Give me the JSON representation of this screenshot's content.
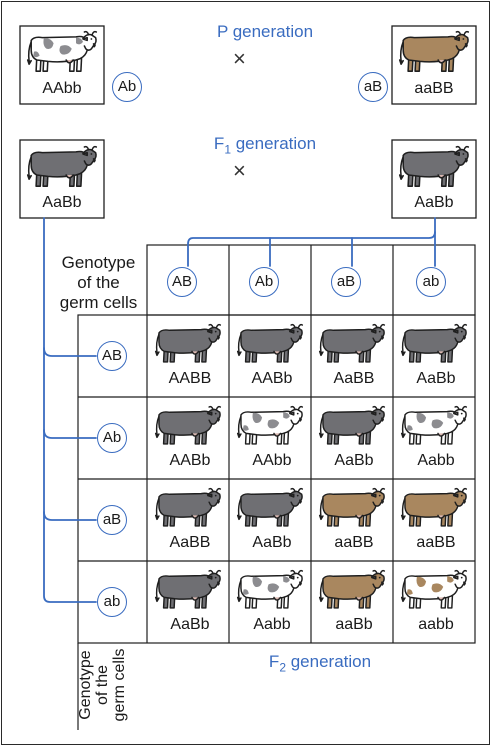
{
  "p_generation": {
    "title": "P generation",
    "cross_symbol": "×",
    "parent_left": {
      "genotype": "AAbb",
      "gamete": "Ab",
      "coat": "white-spotted"
    },
    "parent_right": {
      "genotype": "aaBB",
      "gamete": "aB",
      "coat": "brown"
    }
  },
  "f1_generation": {
    "title_main": "F",
    "title_sub": "1",
    "title_rest": " generation",
    "cross_symbol": "×",
    "parent_left": {
      "genotype": "AaBb",
      "coat": "gray"
    },
    "parent_right": {
      "genotype": "AaBb",
      "coat": "gray"
    }
  },
  "punnett": {
    "top_header": "Genotype of the germ cells",
    "top_header_lines": [
      "Genotype",
      "of the",
      "germ cells"
    ],
    "side_header_lines": [
      "Genotype",
      "of the",
      "germ cells"
    ],
    "column_gametes": [
      "AB",
      "Ab",
      "aB",
      "ab"
    ],
    "row_gametes": [
      "AB",
      "Ab",
      "aB",
      "ab"
    ],
    "rows": [
      [
        {
          "g": "AABB",
          "coat": "gray"
        },
        {
          "g": "AABb",
          "coat": "gray"
        },
        {
          "g": "AaBB",
          "coat": "gray"
        },
        {
          "g": "AaBb",
          "coat": "gray"
        }
      ],
      [
        {
          "g": "AABb",
          "coat": "gray"
        },
        {
          "g": "AAbb",
          "coat": "white-spotted"
        },
        {
          "g": "AaBb",
          "coat": "gray"
        },
        {
          "g": "Aabb",
          "coat": "white-spotted"
        }
      ],
      [
        {
          "g": "AaBB",
          "coat": "gray"
        },
        {
          "g": "AaBb",
          "coat": "gray"
        },
        {
          "g": "aaBB",
          "coat": "brown"
        },
        {
          "g": "aaBB",
          "coat": "brown"
        }
      ],
      [
        {
          "g": "AaBb",
          "coat": "gray"
        },
        {
          "g": "Aabb",
          "coat": "white-spotted"
        },
        {
          "g": "aaBb",
          "coat": "brown"
        },
        {
          "g": "aabb",
          "coat": "brown-spotted"
        }
      ]
    ]
  },
  "f2_generation": {
    "title_main": "F",
    "title_sub": "2",
    "title_rest": " generation"
  },
  "colors": {
    "accent_blue": "#3a6cc0",
    "gray_coat": "#6f6f73",
    "brown_coat": "#a9875f",
    "spot_gray": "#8c8c90",
    "spot_brown": "#a9875f",
    "outline": "#1f1f1f"
  },
  "icons": {
    "cow": "cow-icon"
  }
}
